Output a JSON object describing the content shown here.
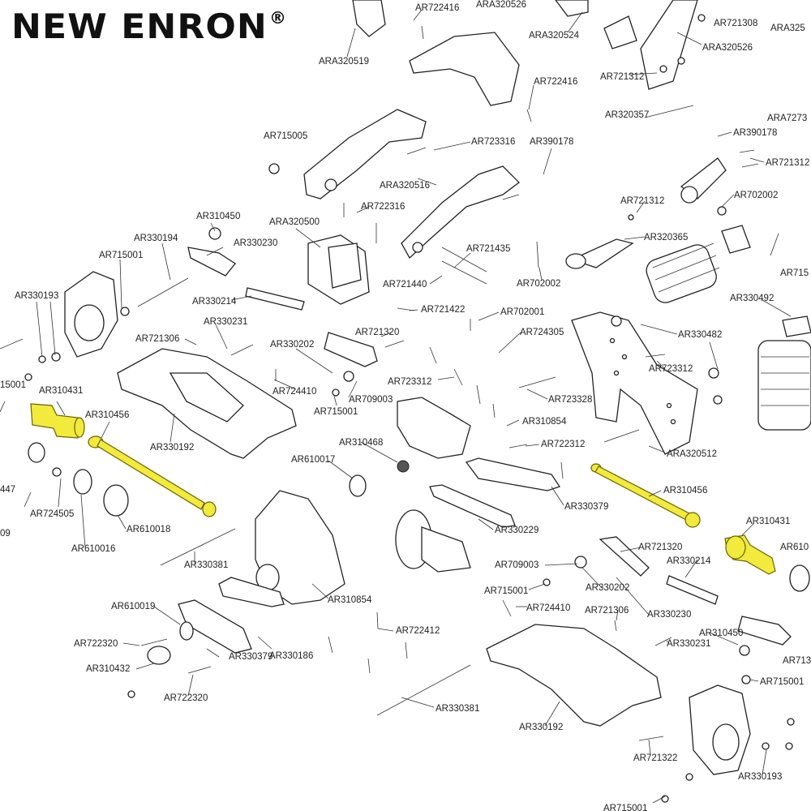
{
  "brand": {
    "name": "NEW ENRON",
    "mark": "®"
  },
  "colors": {
    "highlight": "#f2ea3c",
    "line": "#222222",
    "background": "#ffffff"
  },
  "labels": [
    {
      "id": "l1",
      "text": "AR722416"
    },
    {
      "id": "l2",
      "text": "ARA320526"
    },
    {
      "id": "l3",
      "text": "AR721308"
    },
    {
      "id": "l4",
      "text": "ARA325"
    },
    {
      "id": "l5",
      "text": "ARA320524"
    },
    {
      "id": "l6",
      "text": "ARA320526"
    },
    {
      "id": "l7",
      "text": "ARA320519"
    },
    {
      "id": "l8",
      "text": "AR721312"
    },
    {
      "id": "l9",
      "text": "AR722416"
    },
    {
      "id": "l10",
      "text": "ARA7273"
    },
    {
      "id": "l11",
      "text": "AR320357"
    },
    {
      "id": "l12",
      "text": "AR390178"
    },
    {
      "id": "l13",
      "text": "AR715005"
    },
    {
      "id": "l14",
      "text": "AR723316"
    },
    {
      "id": "l15",
      "text": "AR390178"
    },
    {
      "id": "l16",
      "text": "AR721312"
    },
    {
      "id": "l17",
      "text": "ARA320516"
    },
    {
      "id": "l18",
      "text": "AR721312"
    },
    {
      "id": "l19",
      "text": "AR702002"
    },
    {
      "id": "l20",
      "text": "AR722316"
    },
    {
      "id": "l21",
      "text": "AR310450"
    },
    {
      "id": "l22",
      "text": "ARA320500"
    },
    {
      "id": "l23",
      "text": "AR320365"
    },
    {
      "id": "l24",
      "text": "AR330194"
    },
    {
      "id": "l25",
      "text": "AR330230"
    },
    {
      "id": "l26",
      "text": "AR721435"
    },
    {
      "id": "l27",
      "text": "AR715"
    },
    {
      "id": "l28",
      "text": "AR715001"
    },
    {
      "id": "l29",
      "text": "AR721440"
    },
    {
      "id": "l30",
      "text": "AR702002"
    },
    {
      "id": "l31",
      "text": "AR330193"
    },
    {
      "id": "l32",
      "text": "AR330214"
    },
    {
      "id": "l33",
      "text": "AR721422"
    },
    {
      "id": "l34",
      "text": "AR330492"
    },
    {
      "id": "l35",
      "text": "AR330231"
    },
    {
      "id": "l36",
      "text": "AR702001"
    },
    {
      "id": "l37",
      "text": "AR721306"
    },
    {
      "id": "l38",
      "text": "AR721320"
    },
    {
      "id": "l39",
      "text": "AR724305"
    },
    {
      "id": "l40",
      "text": "AR330482"
    },
    {
      "id": "l41",
      "text": "AR330202"
    },
    {
      "id": "l42",
      "text": "AR723312"
    },
    {
      "id": "l43",
      "text": "15001"
    },
    {
      "id": "l44",
      "text": "AR723312"
    },
    {
      "id": "l45",
      "text": "AR310431"
    },
    {
      "id": "l46",
      "text": "AR724410"
    },
    {
      "id": "l47",
      "text": "AR709003"
    },
    {
      "id": "l48",
      "text": "AR723328"
    },
    {
      "id": "l49",
      "text": "AR310456"
    },
    {
      "id": "l50",
      "text": "AR715001"
    },
    {
      "id": "l51",
      "text": "AR310854"
    },
    {
      "id": "l52",
      "text": "AR330192"
    },
    {
      "id": "l53",
      "text": "AR310468"
    },
    {
      "id": "l54",
      "text": "AR722312"
    },
    {
      "id": "l55",
      "text": "ARA320512"
    },
    {
      "id": "l56",
      "text": "AR610017"
    },
    {
      "id": "l57",
      "text": "447"
    },
    {
      "id": "l58",
      "text": "AR724505"
    },
    {
      "id": "l59",
      "text": "AR310456"
    },
    {
      "id": "l60",
      "text": "AR330379"
    },
    {
      "id": "l61",
      "text": "09"
    },
    {
      "id": "l62",
      "text": "AR610018"
    },
    {
      "id": "l63",
      "text": "AR330229"
    },
    {
      "id": "l64",
      "text": "AR310431"
    },
    {
      "id": "l65",
      "text": "AR610016"
    },
    {
      "id": "l66",
      "text": "AR721320"
    },
    {
      "id": "l67",
      "text": "AR610"
    },
    {
      "id": "l68",
      "text": "AR330381"
    },
    {
      "id": "l69",
      "text": "AR709003"
    },
    {
      "id": "l70",
      "text": "AR330214"
    },
    {
      "id": "l71",
      "text": "AR715001"
    },
    {
      "id": "l72",
      "text": "AR330202"
    },
    {
      "id": "l73",
      "text": "AR310854"
    },
    {
      "id": "l74",
      "text": "AR610019"
    },
    {
      "id": "l75",
      "text": "AR724410"
    },
    {
      "id": "l76",
      "text": "AR721306"
    },
    {
      "id": "l77",
      "text": "AR330230"
    },
    {
      "id": "l78",
      "text": "AR722412"
    },
    {
      "id": "l79",
      "text": "AR722320"
    },
    {
      "id": "l80",
      "text": "AR310450"
    },
    {
      "id": "l81",
      "text": "AR713"
    },
    {
      "id": "l82",
      "text": "AR330186"
    },
    {
      "id": "l83",
      "text": "AR330231"
    },
    {
      "id": "l84",
      "text": "AR310432"
    },
    {
      "id": "l85",
      "text": "AR330379"
    },
    {
      "id": "l86",
      "text": "AR715001"
    },
    {
      "id": "l87",
      "text": "AR722320"
    },
    {
      "id": "l88",
      "text": "AR330381"
    },
    {
      "id": "l89",
      "text": "AR330192"
    },
    {
      "id": "l90",
      "text": "AR721322"
    },
    {
      "id": "l91",
      "text": "AR330193"
    },
    {
      "id": "l92",
      "text": "AR715001"
    }
  ]
}
